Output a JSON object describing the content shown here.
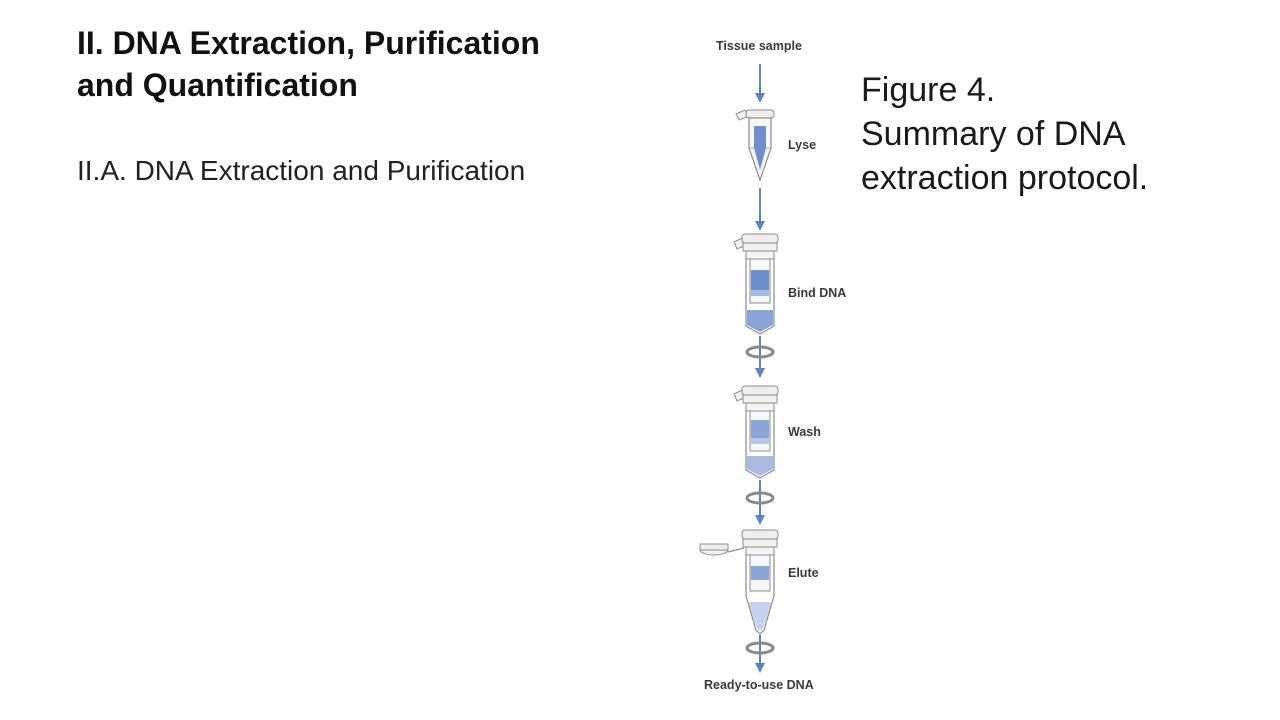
{
  "slide": {
    "title_line1": "II. DNA Extraction, Purification",
    "title_line2": "and Quantification",
    "subtitle": "II.A. DNA Extraction and Purification",
    "caption_line1": "Figure 4.",
    "caption_line2": "Summary of DNA",
    "caption_line3": "extraction protocol."
  },
  "figure": {
    "steps": {
      "start": "Tissue sample",
      "lyse": "Lyse",
      "bind": "Bind DNA",
      "wash": "Wash",
      "elute": "Elute",
      "end": "Ready-to-use DNA"
    },
    "colors": {
      "arrow": "#5b84c4",
      "liquid": "#6f8fcc",
      "tube_outline": "#8c8c8c",
      "rotation": "#8a8a8a"
    }
  }
}
